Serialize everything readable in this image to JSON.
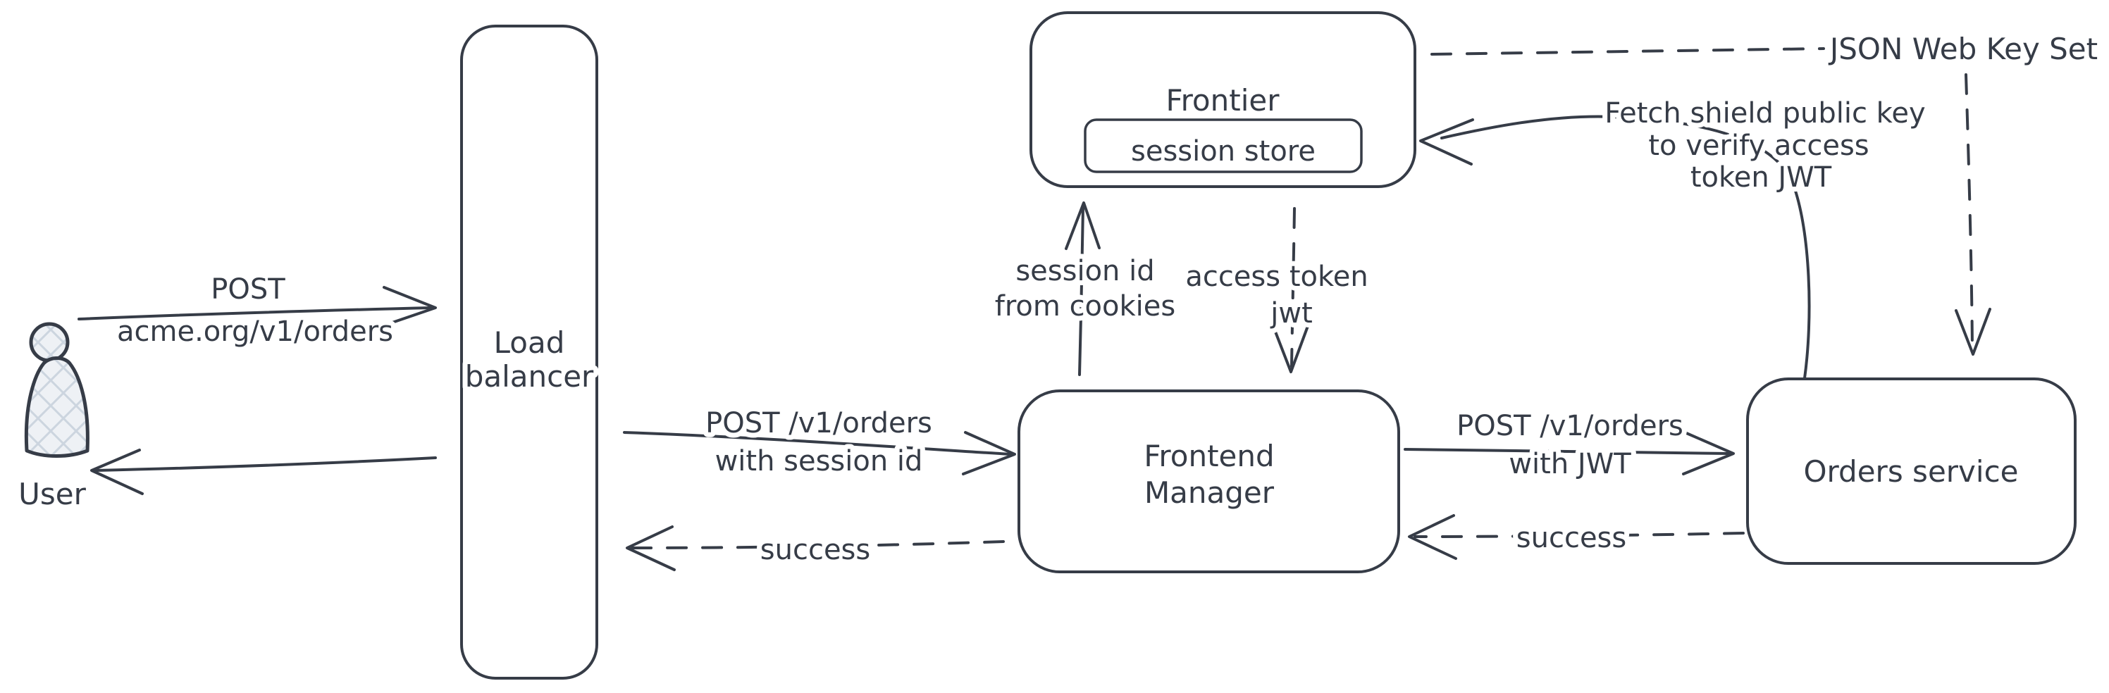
{
  "nodes": {
    "user": {
      "label": "User"
    },
    "load_balancer": {
      "label_line1": "Load",
      "label_line2": "balancer"
    },
    "frontier": {
      "label": "Frontier"
    },
    "session_store": {
      "label": "session store"
    },
    "frontend_manager": {
      "label_line1": "Frontend",
      "label_line2": "Manager"
    },
    "orders_service": {
      "label": "Orders service"
    },
    "json_web_key_set": {
      "label": "JSON Web Key Set"
    }
  },
  "edges": {
    "user_to_load_balancer": {
      "label_line1": "POST",
      "label_line2": "acme.org/v1/orders"
    },
    "load_balancer_to_frontend_manager": {
      "label_line1": "POST /v1/orders",
      "label_line2": "with session id"
    },
    "frontend_manager_to_load_balancer": {
      "label": "success"
    },
    "frontend_manager_to_frontier": {
      "label_line1": "session id",
      "label_line2": "from cookies"
    },
    "frontier_to_frontend_manager": {
      "label_line1": "access token",
      "label_line2": "jwt"
    },
    "frontend_manager_to_orders_service": {
      "label_line1": "POST /v1/orders",
      "label_line2": "with JWT"
    },
    "orders_service_to_frontend_manager": {
      "label": "success"
    },
    "orders_service_to_frontier": {
      "label_line1": "Fetch shield public key",
      "label_line2": "to verify access",
      "label_line3": "token JWT"
    }
  },
  "colors": {
    "stroke": "#363c47",
    "text": "#363c47",
    "background": "#ffffff",
    "user_fill": "#eef1f5",
    "user_hatch": "#ccd5df"
  }
}
